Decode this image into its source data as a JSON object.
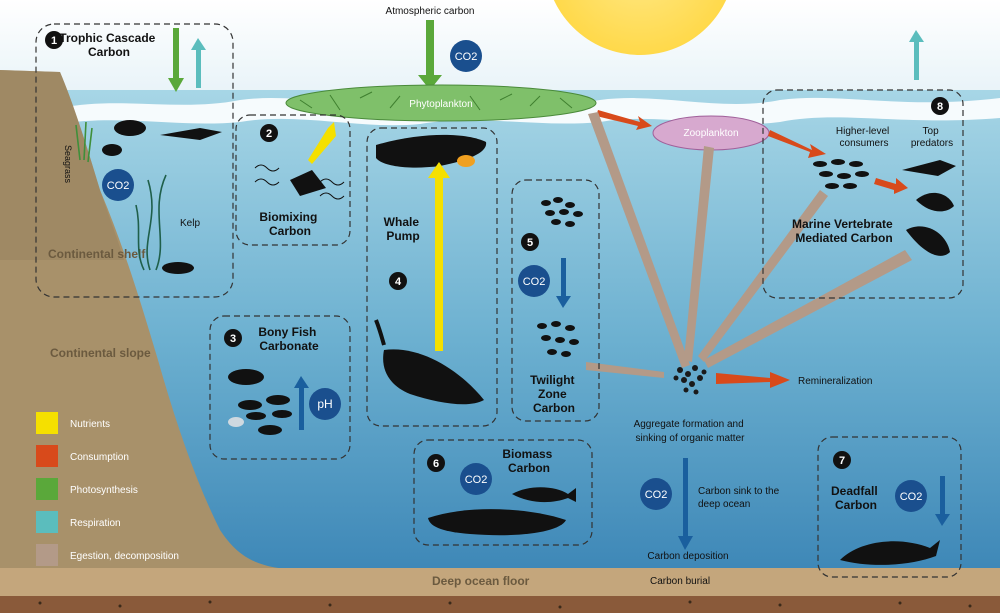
{
  "atmosphere": {
    "label": "Atmospheric carbon",
    "co2": "CO2"
  },
  "surface": {
    "phytoplankton": "Phytoplankton",
    "zooplankton": "Zooplankton"
  },
  "land": {
    "seagrass": "Seagrass",
    "kelp": "Kelp",
    "continental_shelf": "Continental shelf",
    "continental_slope": "Continental slope",
    "deep_ocean_floor": "Deep ocean floor",
    "carbon_burial": "Carbon burial"
  },
  "mechanisms": [
    {
      "number": "1",
      "title_lines": [
        "Trophic Cascade",
        "Carbon"
      ],
      "badge": "CO2"
    },
    {
      "number": "2",
      "title_lines": [
        "Biomixing",
        "Carbon"
      ]
    },
    {
      "number": "3",
      "title_lines": [
        "Bony Fish",
        "Carbonate"
      ],
      "badge": "pH"
    },
    {
      "number": "4",
      "title_lines": [
        "Whale",
        "Pump"
      ]
    },
    {
      "number": "5",
      "title_lines": [
        "Twilight",
        "Zone",
        "Carbon"
      ],
      "badge": "CO2"
    },
    {
      "number": "6",
      "title_lines": [
        "Biomass",
        "Carbon"
      ],
      "badge": "CO2"
    },
    {
      "number": "7",
      "title_lines": [
        "Deadfall",
        "Carbon"
      ],
      "badge": "CO2"
    },
    {
      "number": "8",
      "title_lines": [
        "Marine Vertebrate",
        "Mediated Carbon"
      ]
    }
  ],
  "marine": {
    "higher_consumers_lines": [
      "Higher-level",
      "consumers"
    ],
    "top_predators_lines": [
      "Top",
      "predators"
    ]
  },
  "flows": {
    "aggregate_lines": [
      "Aggregate formation and",
      "sinking of organic matter"
    ],
    "remineralization": "Remineralization",
    "sink_lines": [
      "Carbon sink to the",
      "deep ocean"
    ],
    "sink_badge": "CO2",
    "deposition": "Carbon deposition"
  },
  "legend": [
    {
      "label": "Nutrients",
      "color": "#f5e000"
    },
    {
      "label": "Consumption",
      "color": "#d84a1b"
    },
    {
      "label": "Photosynthesis",
      "color": "#5aa83a"
    },
    {
      "label": "Respiration",
      "color": "#5bbdbd"
    },
    {
      "label": "Egestion, decomposition",
      "color": "#b39a88"
    }
  ],
  "colors": {
    "sky": "#ffffff",
    "ocean_top": "#9fd2e4",
    "ocean_bottom": "#3f89b8",
    "land": "#a8916a",
    "badge": "#1a4f8e",
    "arrow_blue": "#1a5f9e"
  }
}
